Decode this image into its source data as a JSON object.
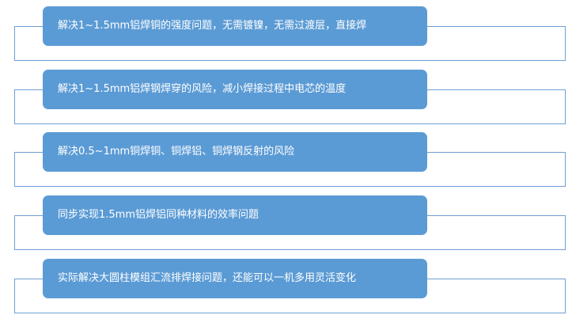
{
  "items": [
    "解决1~1.5mm铝焊铜的强度问题，无需镀镍，无需过渡层，直接焊",
    "解决1~1.5mm铝焊钢焊穿的风险，减小焊接过程中电芯的温度",
    "解决0.5~1mm铜焊铜、铜焊铝、铜焊钢反射的风险",
    "同步实现1.5mm铝焊铝同种材料的效率问题",
    "实际解决大圆柱模组汇流排焊接问题，还能可以一机多用灵活变化"
  ]
}
